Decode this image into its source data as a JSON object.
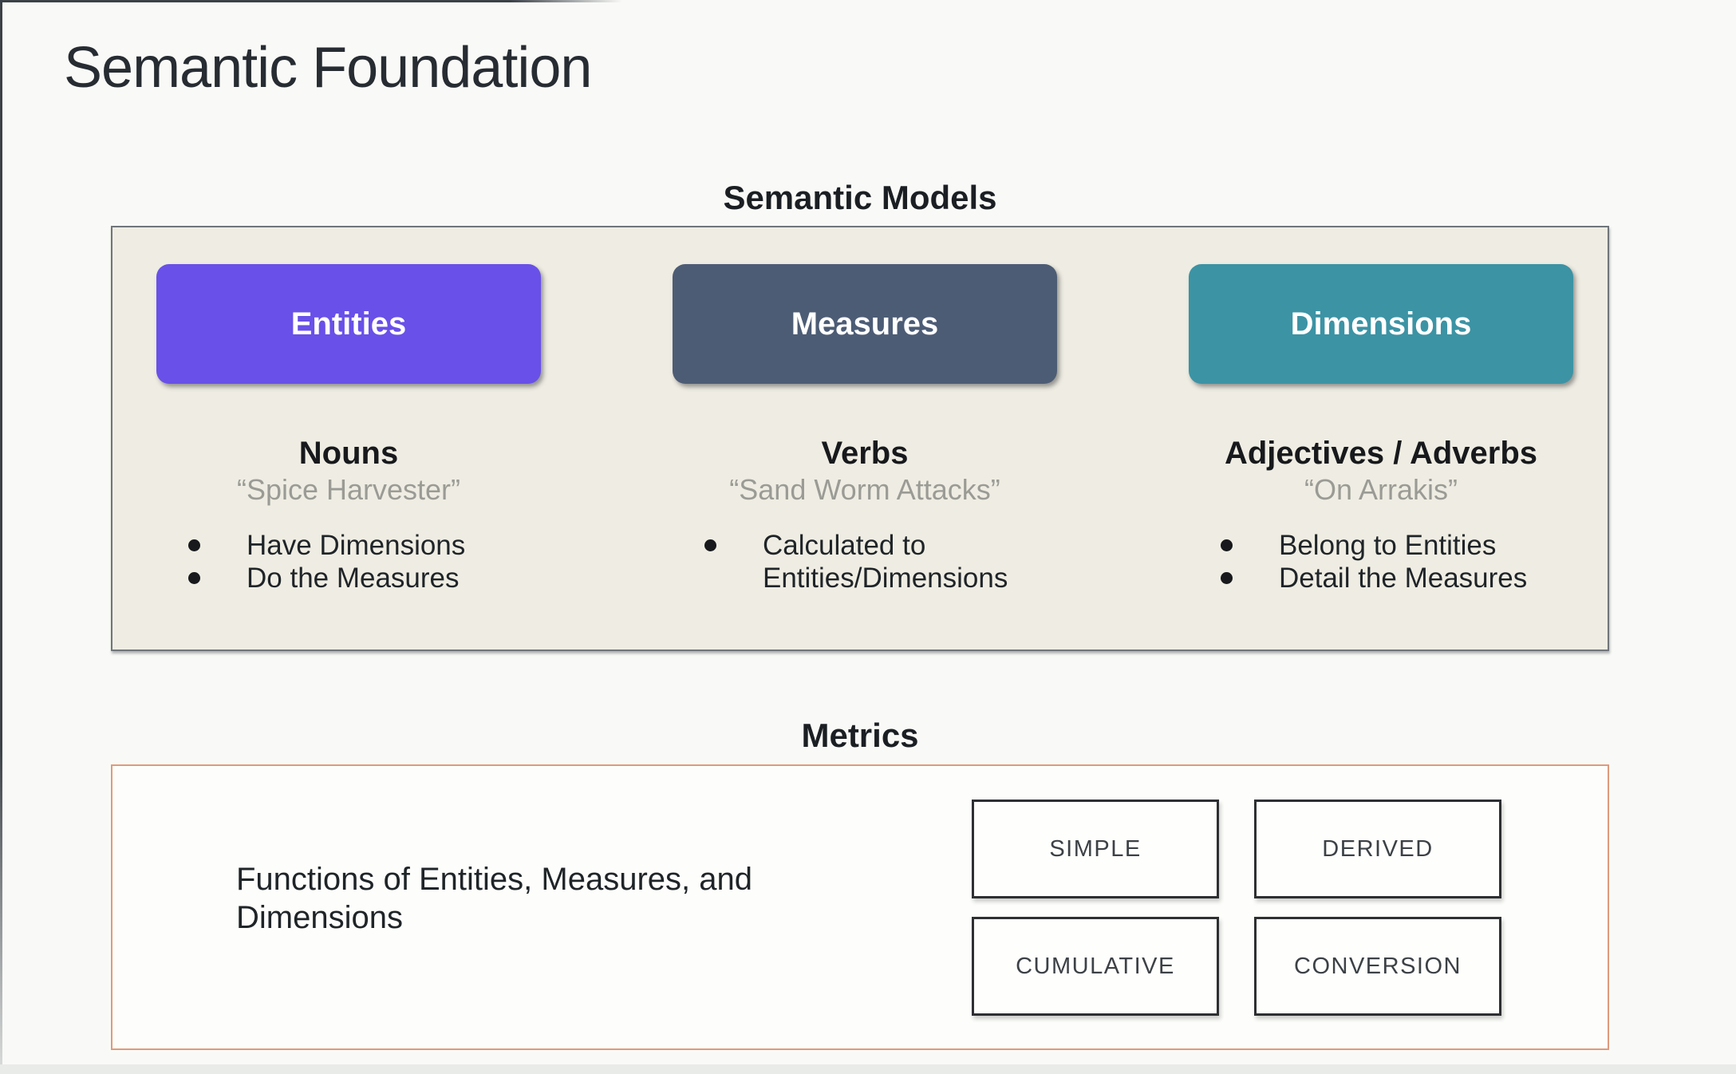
{
  "page": {
    "title": "Semantic Foundation"
  },
  "semantic_models": {
    "heading": "Semantic Models",
    "panel_bg": "#efede3",
    "panel_border": "#70757a",
    "columns": [
      {
        "box_label": "Entities",
        "box_color": "#6950e8",
        "heading": "Nouns",
        "quote": "“Spice Harvester”",
        "bullets": [
          "Have Dimensions",
          "Do the Measures"
        ]
      },
      {
        "box_label": "Measures",
        "box_color": "#4d5c75",
        "heading": "Verbs",
        "quote": "“Sand Worm Attacks”",
        "bullets": [
          "Calculated to Entities/Dimensions"
        ]
      },
      {
        "box_label": "Dimensions",
        "box_color": "#3c93a4",
        "heading": "Adjectives / Adverbs",
        "quote": "“On Arrakis”",
        "bullets": [
          "Belong to Entities",
          "Detail the Measures"
        ]
      }
    ]
  },
  "metrics": {
    "heading": "Metrics",
    "panel_border": "#e09a7c",
    "description": "Functions of Entities, Measures, and Dimensions",
    "types": [
      "SIMPLE",
      "DERIVED",
      "CUMULATIVE",
      "CONVERSION"
    ]
  }
}
